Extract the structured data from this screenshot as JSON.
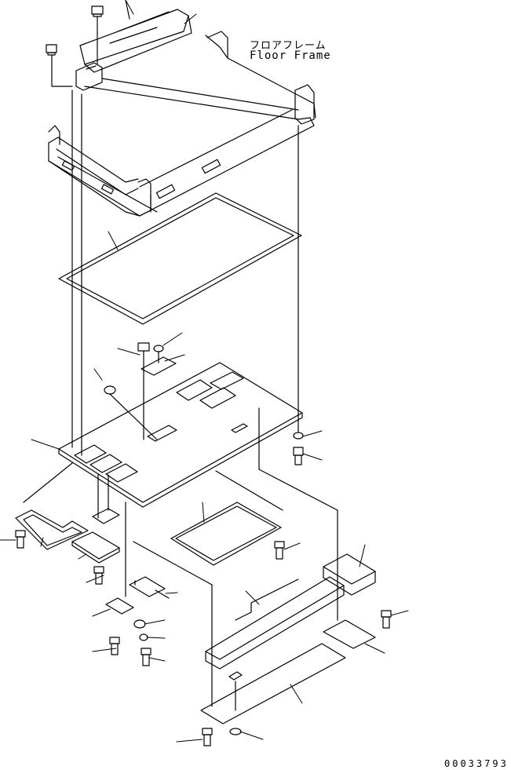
{
  "callout": {
    "japanese": "フロアフレーム",
    "english": "Floor Frame"
  },
  "drawing_number": "00033793",
  "colors": {
    "line": "#000000",
    "background": "#ffffff"
  }
}
